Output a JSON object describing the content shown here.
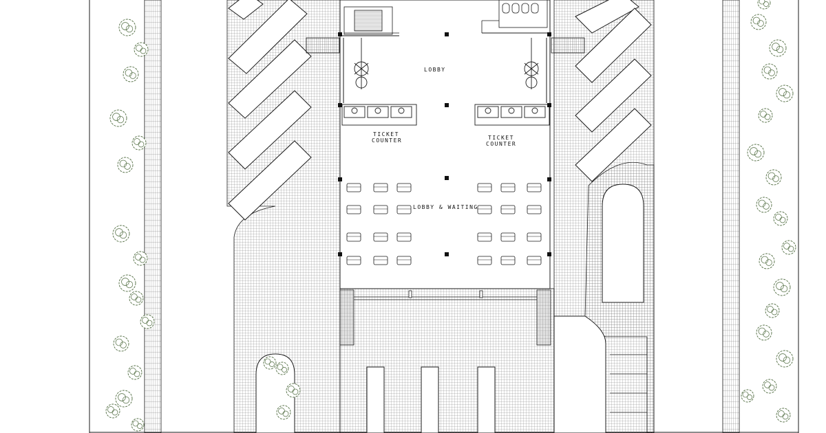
{
  "labels": {
    "lobby": "LOBBY",
    "ticket_left_line1": "TICKET",
    "ticket_left_line2": "COUNTER",
    "ticket_right_line1": "TICKET",
    "ticket_right_line2": "COUNTER",
    "lobby_waiting": "LOBBY & WAITING"
  },
  "colors": {
    "line": "#1a1a1a",
    "hatch": "#555555",
    "tree": "#4f6b3f",
    "background": "#ffffff"
  }
}
